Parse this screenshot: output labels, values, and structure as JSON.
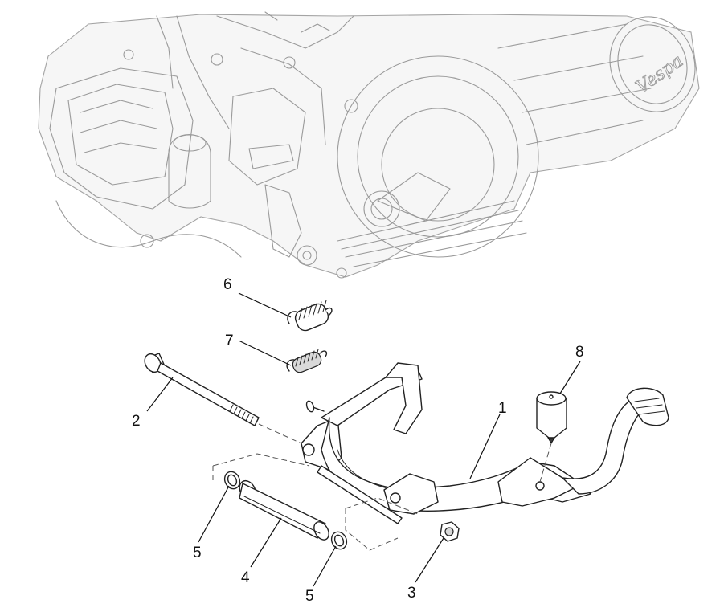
{
  "diagram": {
    "brand_logo_text": "Vespa",
    "callouts": [
      {
        "id": "1",
        "label": "1"
      },
      {
        "id": "2",
        "label": "2"
      },
      {
        "id": "3",
        "label": "3"
      },
      {
        "id": "4",
        "label": "4"
      },
      {
        "id": "5a",
        "label": "5"
      },
      {
        "id": "5b",
        "label": "5"
      },
      {
        "id": "6",
        "label": "6"
      },
      {
        "id": "7",
        "label": "7"
      },
      {
        "id": "8",
        "label": "8"
      }
    ]
  }
}
